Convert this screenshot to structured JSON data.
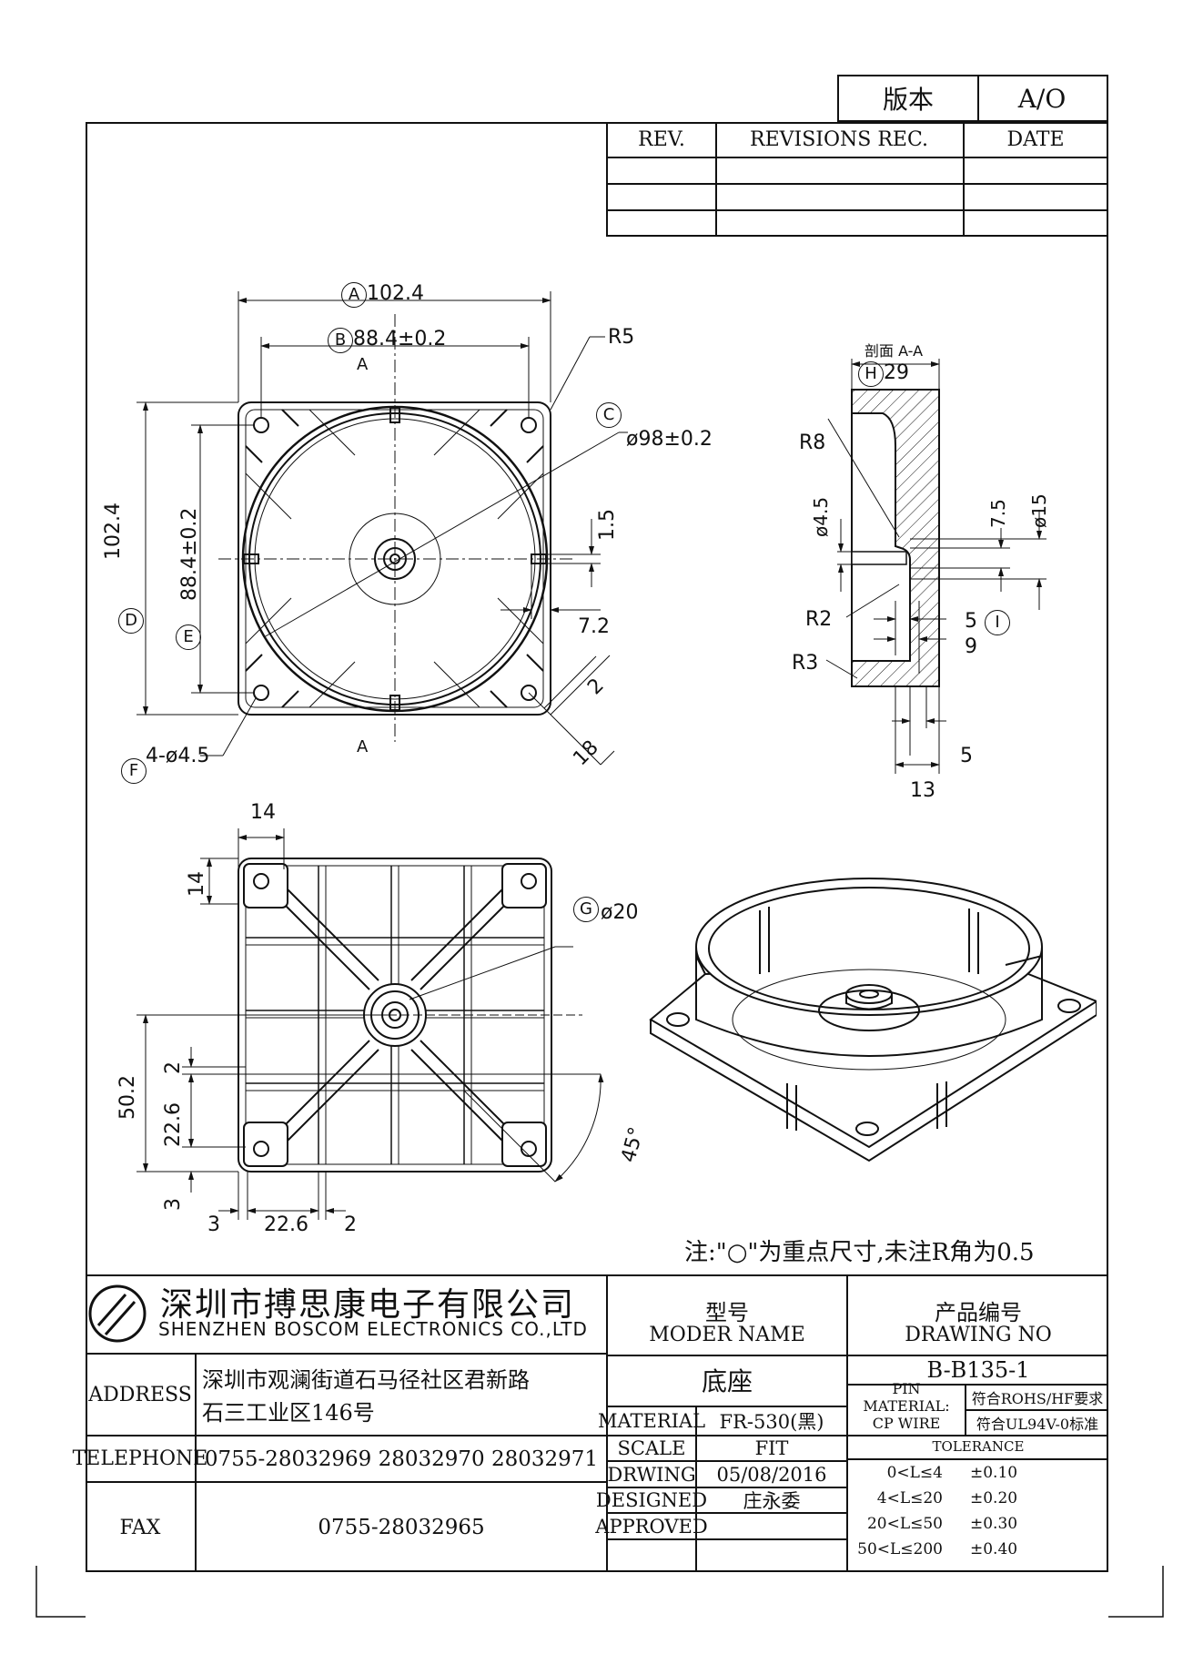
{
  "version_box": {
    "label": "版本",
    "value": "A/O"
  },
  "revisions": {
    "col_rev": "REV.",
    "col_rec": "REVISIONS REC.",
    "col_date": "DATE"
  },
  "dims": {
    "a": "102.4",
    "b": "88.4±0.2",
    "r5": "R5",
    "c": "ø98±0.2",
    "d": "102.4",
    "e": "88.4±0.2",
    "f": "4-ø4.5",
    "d15": "1.5",
    "d72": "7.2",
    "d2": "2",
    "d18": "18",
    "sec_a": "A",
    "section_title": "剖面 A-A",
    "h": "29",
    "r8": "R8",
    "r2": "R2",
    "r3": "R3",
    "phi45": "ø4.5",
    "d75": "7.5",
    "phi15": "ø15",
    "d5": "5",
    "d9": "9",
    "d5b": "5",
    "d13": "13",
    "d14a": "14",
    "d14b": "14",
    "g": "ø20",
    "d502": "50.2",
    "d2b": "2",
    "d226": "22.6",
    "d3": "3",
    "d45": "45°",
    "d3b": "3",
    "d226b": "22.6",
    "d2c": "2",
    "ca": "A",
    "cb": "B",
    "cc": "C",
    "cd": "D",
    "ce": "E",
    "cf": "F",
    "cg": "G",
    "ch": "H",
    "ci": "I"
  },
  "note": "注:\"○\"为重点尺寸,未注R角为0.5",
  "title_block": {
    "company_cn": "深圳市搏思康电子有限公司",
    "company_en": "SHENZHEN BOSCOM ELECTRONICS CO.,LTD",
    "address_label": "ADDRESS",
    "address_line1": "深圳市观澜街道石马径社区君新路",
    "address_line2": "石三工业区146号",
    "telephone_label": "TELEPHONE",
    "telephone": "0755-28032969 28032970 28032971",
    "fax_label": "FAX",
    "fax": "0755-28032965",
    "model_label_cn": "型号",
    "model_label_en": "MODER NAME",
    "model_value": "底座",
    "drawing_no_label_cn": "产品编号",
    "drawing_no_label_en": "DRAWING NO",
    "drawing_no": "B-B135-1",
    "material_label": "MATERIAL",
    "material": "FR-530(黑)",
    "scale_label": "SCALE",
    "scale": "FIT",
    "drawing_label": "DRWING",
    "drawing_date": "05/08/2016",
    "designed_label": "DESIGNED",
    "designed_by": "庄永委",
    "approved_label": "APPROVED",
    "pin_material_label": "PIN MATERIAL:",
    "pin_material": "符合ROHS/HF要求",
    "cp_wire_label": "CP WIRE",
    "cp_wire": "符合UL94V-0标准",
    "tolerance_title": "TOLERANCE",
    "tolerances": [
      {
        "range": "0<L≤4",
        "tol": "±0.10"
      },
      {
        "range": "4<L≤20",
        "tol": "±0.20"
      },
      {
        "range": "20<L≤50",
        "tol": "±0.30"
      },
      {
        "range": "50<L≤200",
        "tol": "±0.40"
      }
    ]
  }
}
